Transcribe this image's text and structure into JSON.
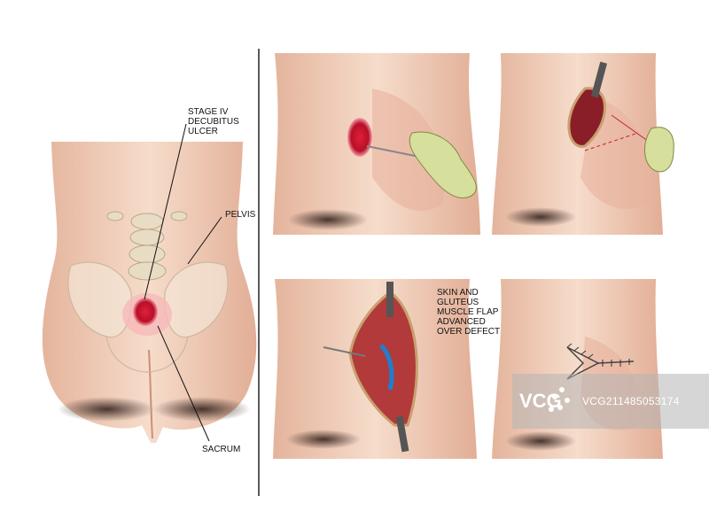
{
  "labels": {
    "ulcer": "STAGE IV\nDECUBITUS\nULCER",
    "pelvis": "PELVIS",
    "sacrum": "SACRUM",
    "flap": "SKIN AND\nGLUTEUS\nMUSCLE FLAP\nADVANCED\nOVER DEFECT"
  },
  "watermark": {
    "logo_text": "VCG",
    "id_text": "VCG211485053174"
  },
  "colors": {
    "skin": "#f1d0bc",
    "skin_shadow": "#c9957f",
    "wound": "#c8102e",
    "muscle": "#b23a3a",
    "glove": "#d8e0a0",
    "divider": "#222222"
  }
}
